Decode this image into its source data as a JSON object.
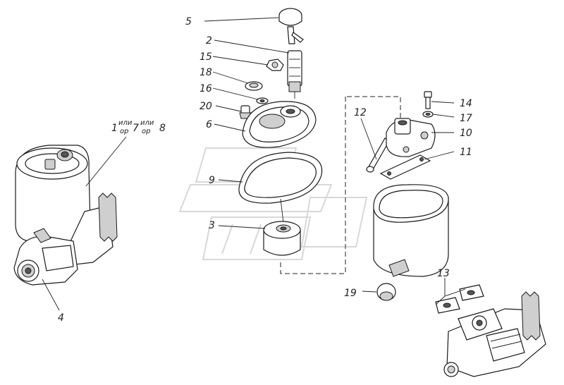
{
  "diagram": {
    "callouts": [
      {
        "id": "c5",
        "text": "5"
      },
      {
        "id": "c2",
        "text": "2"
      },
      {
        "id": "c15",
        "text": "15"
      },
      {
        "id": "c18",
        "text": "18"
      },
      {
        "id": "c16",
        "text": "16"
      },
      {
        "id": "c20",
        "text": "20"
      },
      {
        "id": "c6",
        "text": "6"
      },
      {
        "id": "c9",
        "text": "9"
      },
      {
        "id": "c3",
        "text": "3"
      },
      {
        "id": "c12",
        "text": "12"
      },
      {
        "id": "c14",
        "text": "14"
      },
      {
        "id": "c17",
        "text": "17"
      },
      {
        "id": "c10",
        "text": "10"
      },
      {
        "id": "c11",
        "text": "11"
      },
      {
        "id": "c4",
        "text": "4"
      },
      {
        "id": "c13",
        "text": "13"
      },
      {
        "id": "c19",
        "text": "19"
      }
    ],
    "variant_label": {
      "n1": "1",
      "or1_top": "или",
      "or1_bot": "ор",
      "n2": "7",
      "or2_top": "или",
      "or2_bot": "ор",
      "n3": "8"
    }
  }
}
